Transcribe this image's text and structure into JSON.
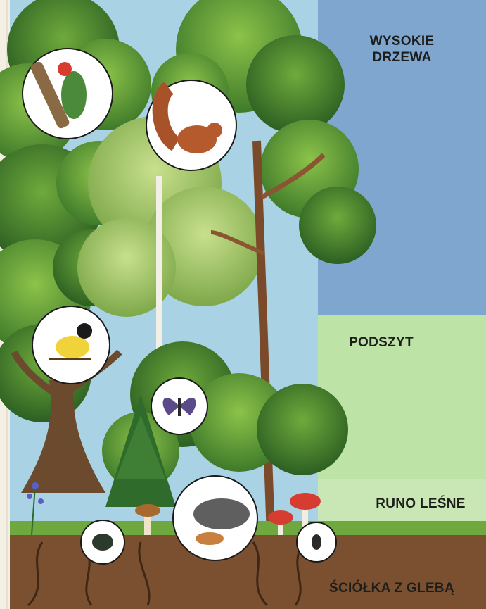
{
  "layers": {
    "trees": {
      "line1": "WYSOKIE",
      "line2": "DRZEWA"
    },
    "understory": {
      "label": "PODSZYT"
    },
    "undergrowth": {
      "label": "RUNO LEŚNE"
    },
    "litter": {
      "label": "ŚCIÓŁKA Z GLEBĄ"
    }
  },
  "animals": [
    "woodpecker-icon",
    "squirrel-icon",
    "tit-bird-icon",
    "butterfly-icon",
    "mole-icon",
    "beetle-icon",
    "ground-beetle-icon"
  ],
  "colors": {
    "trees_band": "#7fa6cf",
    "understory_band": "#bde3a6",
    "undergrowth_band": "#c9e7b4",
    "soil": "#7a5030"
  }
}
